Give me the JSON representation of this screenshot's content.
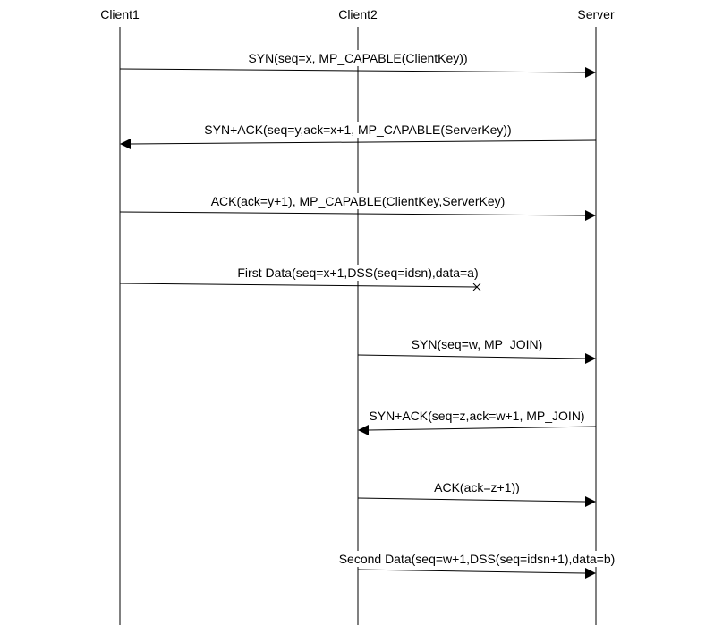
{
  "participants": {
    "client1": "Client1",
    "client2": "Client2",
    "server": "Server"
  },
  "messages": [
    {
      "from": "client1",
      "to": "server",
      "label": "SYN(seq=x, MP_CAPABLE(ClientKey))",
      "lost": false
    },
    {
      "from": "server",
      "to": "client1",
      "label": "SYN+ACK(seq=y,ack=x+1,  MP_CAPABLE(ServerKey))",
      "lost": false
    },
    {
      "from": "client1",
      "to": "server",
      "label": "ACK(ack=y+1),  MP_CAPABLE(ClientKey,ServerKey)",
      "lost": false
    },
    {
      "from": "client1",
      "to": "server",
      "label": "First Data(seq=x+1,DSS(seq=idsn),data=a)",
      "lost": true
    },
    {
      "from": "client2",
      "to": "server",
      "label": "SYN(seq=w, MP_JOIN)",
      "lost": false
    },
    {
      "from": "server",
      "to": "client2",
      "label": "SYN+ACK(seq=z,ack=w+1, MP_JOIN)",
      "lost": false
    },
    {
      "from": "client2",
      "to": "server",
      "label": "ACK(ack=z+1))",
      "lost": false
    },
    {
      "from": "client2",
      "to": "server",
      "label": "Second Data(seq=w+1,DSS(seq=idsn+1),data=b)",
      "lost": false
    }
  ],
  "colors": {
    "line": "#000000",
    "background": "#ffffff"
  }
}
